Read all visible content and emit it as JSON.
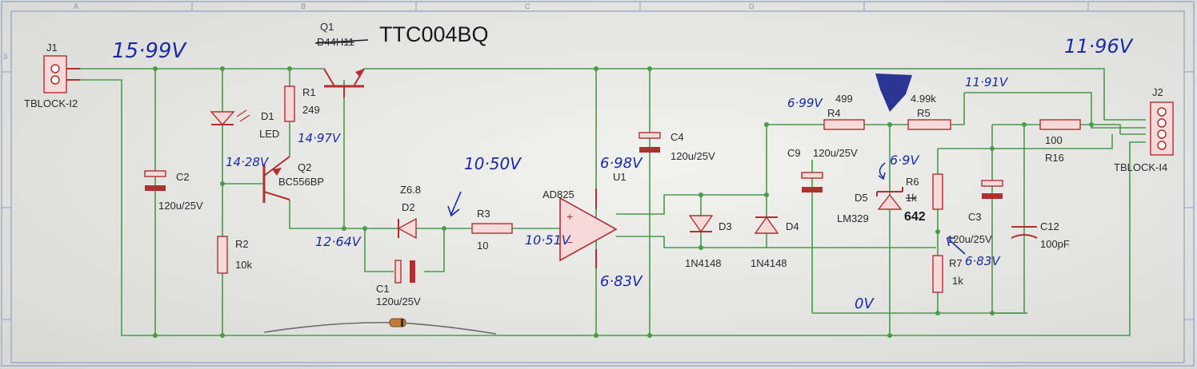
{
  "title_handwritten": "TTC004BQ",
  "annotations": {
    "v_input": "15·99V",
    "v_output": "11·96V",
    "v_q2_base": "14·28V",
    "v_r1": "14·97V",
    "v_d2_node": "10·50V",
    "v_q2_collector": "12·64V",
    "v_u1_in": "10·51V",
    "v_u1_top": "6·98V",
    "v_u1_bottom": "6·83V",
    "v_r4_left": "6·99V",
    "v_r5_right": "11·91V",
    "v_d5": "6·9V",
    "v_r7": "6·83V",
    "v_ground": "0V",
    "r6_value_written": "642"
  },
  "components": {
    "j1": {
      "ref": "J1",
      "name": "TBLOCK-I2"
    },
    "j2": {
      "ref": "J2",
      "name": "TBLOCK-I4"
    },
    "q1": {
      "ref": "Q1",
      "value_struck": "D44H11"
    },
    "r1": {
      "ref": "R1",
      "value": "249"
    },
    "d1": {
      "ref": "D1",
      "value": "LED"
    },
    "q2": {
      "ref": "Q2",
      "value": "BC556BP"
    },
    "c2": {
      "ref": "C2",
      "value": "120u/25V"
    },
    "r2": {
      "ref": "R2",
      "value": "10k"
    },
    "d2": {
      "ref": "D2",
      "value": "Z6.8"
    },
    "r3": {
      "ref": "R3",
      "value": "10"
    },
    "c1": {
      "ref": "C1",
      "value": "120u/25V"
    },
    "u1": {
      "ref": "U1",
      "value": "AD825"
    },
    "c4": {
      "ref": "C4",
      "value": "120u/25V"
    },
    "d3": {
      "ref": "D3",
      "value": "1N4148"
    },
    "d4": {
      "ref": "D4",
      "value": "1N4148"
    },
    "c9": {
      "ref": "C9",
      "value": "120u/25V"
    },
    "r4": {
      "ref": "R4",
      "value": "499"
    },
    "r5": {
      "ref": "R5",
      "value": "4.99k"
    },
    "d5": {
      "ref": "D5",
      "value": "LM329"
    },
    "r6": {
      "ref": "R6",
      "value": "1k"
    },
    "c3": {
      "ref": "C3",
      "value": "120u/25V"
    },
    "r7": {
      "ref": "R7",
      "value": "1k"
    },
    "r16": {
      "ref": "R16",
      "value": "100"
    },
    "c12": {
      "ref": "C12",
      "value": "100pF"
    }
  },
  "frame": {
    "col_a": "A",
    "col_b": "B",
    "col_c": "C",
    "col_d": "D",
    "row_3": "3"
  },
  "colors": {
    "wire": "#4a9a4a",
    "component": "#b03030",
    "ink": "#1b2aa6",
    "paper": "#ececea"
  }
}
